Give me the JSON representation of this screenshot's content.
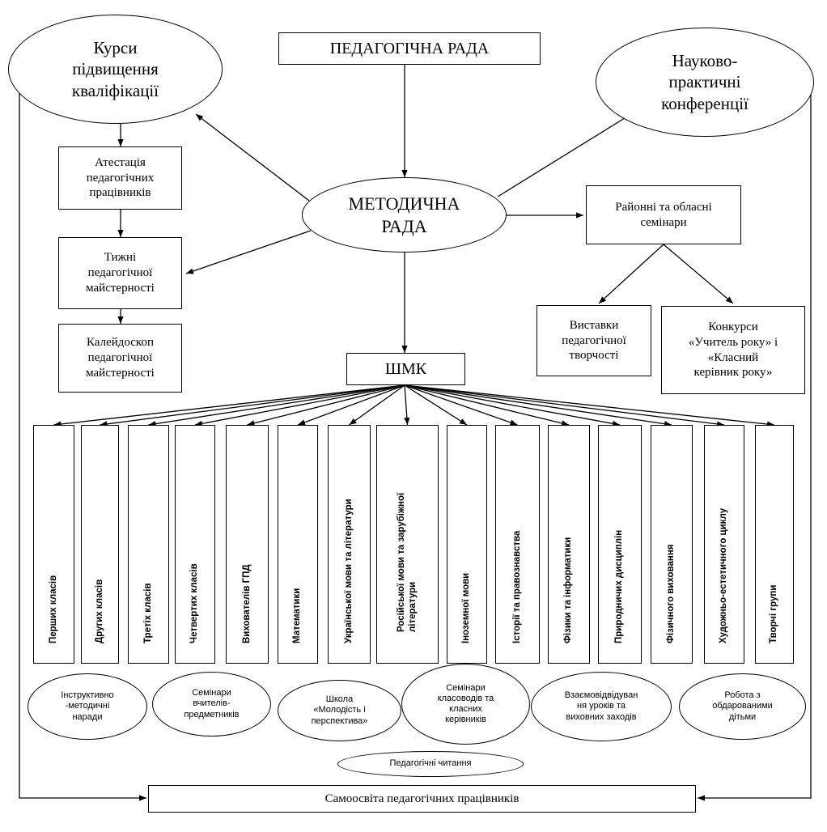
{
  "top": {
    "pedagogical_council": "ПЕДАГОГІЧНА РАДА",
    "courses": "Курси\nпідвищення\nкваліфікації",
    "conferences": "Науково-\nпрактичні\nконференції",
    "methodical_council": "МЕТОДИЧНА\nРАДА"
  },
  "left": {
    "attestation": "Атестація\nпедагогічних\nпрацівників",
    "weeks": "Тижні\nпедагогічної\nмайстерності",
    "kaleidoscope": "Калейдоскоп\nпедагогічної\nмайстерності"
  },
  "right": {
    "seminars": "Районні та обласні\nсемінари",
    "exhibitions": "Виставки\nпедагогічної\nтворчості",
    "contests": "Конкурси\n«Учитель року» і\n«Класний\nкерівник року»"
  },
  "shmk": "ШМК",
  "columns": [
    "Перших класів",
    "Других класів",
    "Третіх класів",
    "Четвертих класів",
    "Вихователів ГПД",
    "Математики",
    "Української мови та літератури",
    "Російської мови та зарубіжної\nлітератури",
    "Іноземної мови",
    "Історії та правознавства",
    "Фізики та інформатики",
    "Природничих дисциплін",
    "Фізичного виховання",
    "Художньо-естетичного циклу",
    "Творчі групи"
  ],
  "bottom_ellipses": [
    "Інструктивно\n-методичні\nнаради",
    "Семінари\nвчителів-\nпредметників",
    "Школа\n«Молодість і\nперспектива»",
    "Семінари\nкласоводів та\nкласних\nкерівників",
    "Взаємовідвідуван\nня уроків та\nвиховних заходів",
    "Робота з\nобдарованими\nдітьми"
  ],
  "readings": "Педагогічні читання",
  "self_education": "Самоосвіта педагогічних  працівників"
}
